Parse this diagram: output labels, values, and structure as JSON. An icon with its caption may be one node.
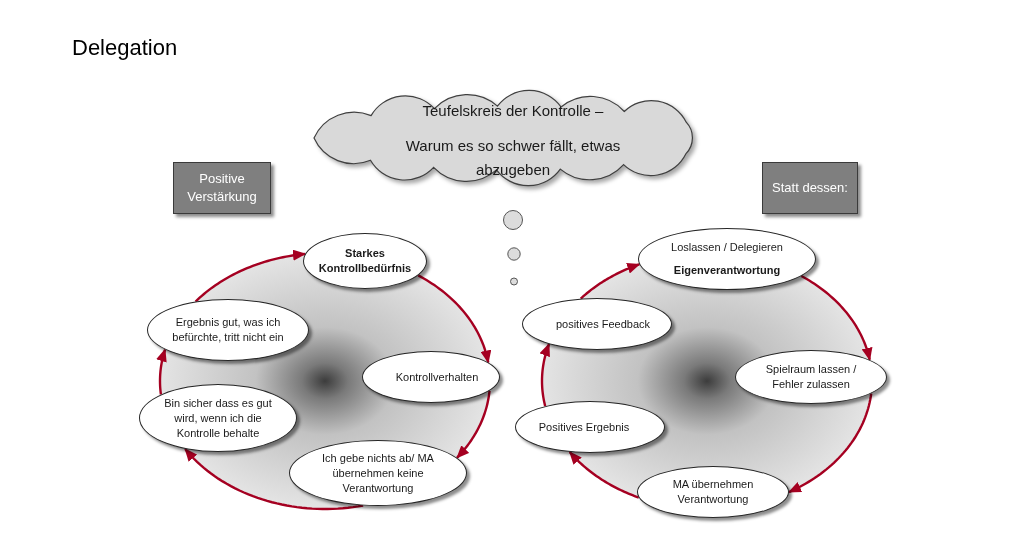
{
  "diagram": {
    "title": "Delegation",
    "nodes": [
      {
        "text": [
          "Teufelskreis der Kontrolle –",
          "Warum es so schwer fällt, etwas abzugeben"
        ]
      },
      {
        "text": [
          "Positive Verstärkung"
        ]
      },
      {
        "text": [
          "Statt dessen:"
        ]
      },
      {
        "text": [
          "Starkes Kontrollbedürfnis"
        ]
      },
      {
        "text": [
          "Ergebnis gut, was ich befürchte, tritt nicht ein"
        ]
      },
      {
        "text": [
          "Kontrollverhalten"
        ]
      },
      {
        "text": [
          "Bin sicher dass es gut wird, wenn ich die Kontrolle behalte"
        ]
      },
      {
        "text": [
          "Ich gebe nichts ab/ MA übernehmen keine Verantwortung"
        ]
      },
      {
        "text": [
          "Loslassen / Delegieren",
          "Eigenverantwortung"
        ]
      },
      {
        "text": [
          "positives Feedback"
        ]
      },
      {
        "text": [
          "Spielraum lassen / Fehler zulassen"
        ]
      },
      {
        "text": [
          "Positives Ergebnis"
        ]
      },
      {
        "text": [
          "MA übernehmen Verantwortung"
        ]
      }
    ],
    "edges": [
      {
        "from": 3,
        "to": 5,
        "arrow": "to"
      },
      {
        "from": 5,
        "to": 7,
        "arrow": "to"
      },
      {
        "from": 7,
        "to": 6,
        "arrow": "to"
      },
      {
        "from": 6,
        "to": 4,
        "arrow": "to"
      },
      {
        "from": 4,
        "to": 3,
        "arrow": "to"
      },
      {
        "from": 8,
        "to": 10,
        "arrow": "to"
      },
      {
        "from": 10,
        "to": 12,
        "arrow": "to"
      },
      {
        "from": 12,
        "to": 11,
        "arrow": "to"
      },
      {
        "from": 11,
        "to": 9,
        "arrow": "to"
      },
      {
        "from": 9,
        "to": 8,
        "arrow": "to"
      }
    ]
  }
}
